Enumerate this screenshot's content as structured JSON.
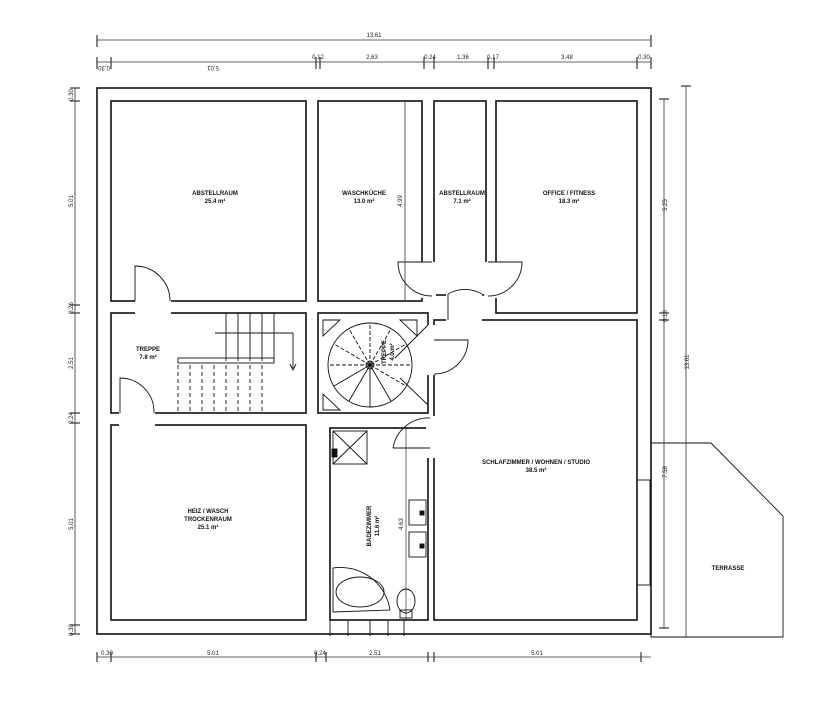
{
  "rooms": {
    "abstellraum_large": {
      "name": "ABSTELLRAUM",
      "area": "25.4 m²"
    },
    "waschkueche": {
      "name": "WASCHKÜCHE",
      "area": "13.0 m²",
      "dim": "4.99"
    },
    "abstellraum_small": {
      "name": "ABSTELLRAUM",
      "area": "7.1 m²"
    },
    "office": {
      "name": "OFFICE / FITNESS",
      "area": "18.3 m²"
    },
    "treppe": {
      "name": "TREPPE",
      "area": "7.8 m²"
    },
    "treppe_spiral": {
      "name": "TREPPE",
      "area": "4.0 m²"
    },
    "heiz": {
      "name_line1": "HEIZ / WASCH",
      "name_line2": "TROCKENRAUM",
      "area": "25.1 m²"
    },
    "badezimmer": {
      "name": "BADEZIMMER",
      "area": "11.6 m²",
      "dim": "4.63"
    },
    "schlafzimmer": {
      "name": "SCHLAFZIMMER / WOHNEN / STUDIO",
      "area": "38.5 m²"
    },
    "terrasse": {
      "name": "TERRASSE"
    }
  },
  "dimensions": {
    "top_total": "13.61",
    "top": [
      "0.30",
      "5.01",
      "0.12",
      "2.63",
      "0.24",
      "1.36",
      "0.17",
      "3.48",
      "0.30"
    ],
    "bottom": [
      "0.30",
      "5.01",
      "0.24",
      "2.51",
      "5.01"
    ],
    "left": [
      "0.30",
      "5.01",
      "0.26",
      "2.51",
      "0.24",
      "5.01",
      "0.30"
    ],
    "right": [
      "5.25",
      "0.16",
      "7.58"
    ],
    "right_total": "13.61"
  }
}
